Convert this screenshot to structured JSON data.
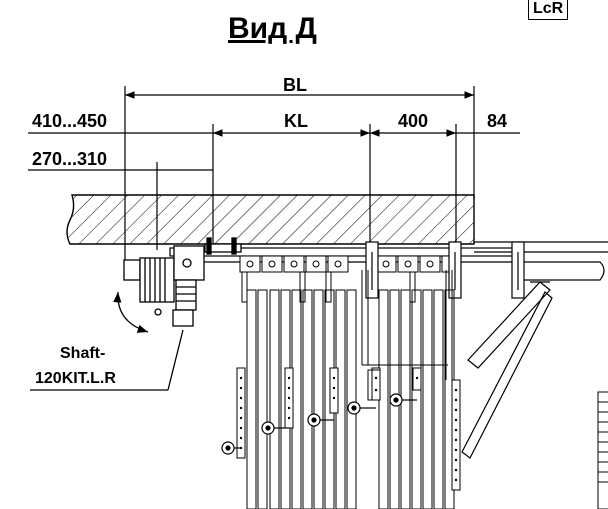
{
  "drawing": {
    "title": "Вид Д",
    "corner_badge": "LcR",
    "dimensions": {
      "bl": "BL",
      "kl": "KL",
      "left_offset": "410...450",
      "left_inner_offset": "270...310",
      "mid": "400",
      "right": "84"
    },
    "callout": {
      "line1": "Shaft-",
      "line2": "120KIT.L.R"
    }
  }
}
